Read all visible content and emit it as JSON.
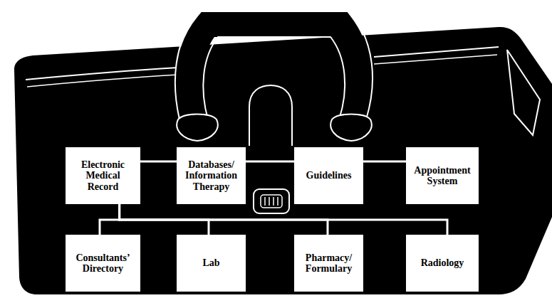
{
  "diagram": {
    "nodes": [
      {
        "text": [
          "Electronic Medical Record"
        ]
      },
      {
        "text": [
          "Databases/ Information Therapy"
        ]
      },
      {
        "text": [
          "Guidelines"
        ]
      },
      {
        "text": [
          "Appointment System"
        ]
      },
      {
        "text": [
          "Consultants’ Directory"
        ]
      },
      {
        "text": [
          "Lab"
        ]
      },
      {
        "text": [
          "Pharmacy/ Formulary"
        ]
      },
      {
        "text": [
          "Radiology"
        ]
      }
    ],
    "edges": [
      {
        "from": 0,
        "to": 1,
        "arrow": "none"
      },
      {
        "from": 1,
        "to": 2,
        "arrow": "none"
      },
      {
        "from": 2,
        "to": 3,
        "arrow": "none"
      },
      {
        "from": 0,
        "to": 4,
        "arrow": "none"
      },
      {
        "from": 0,
        "to": 5,
        "arrow": "none"
      },
      {
        "from": 0,
        "to": 6,
        "arrow": "none"
      },
      {
        "from": 0,
        "to": 7,
        "arrow": "none"
      }
    ]
  }
}
